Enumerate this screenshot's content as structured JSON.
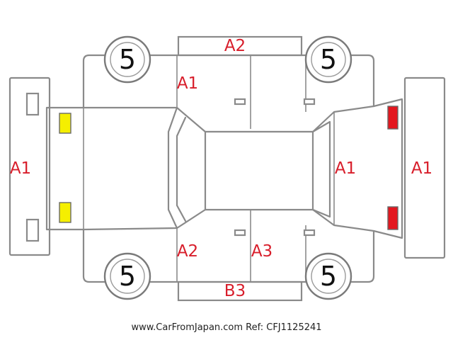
{
  "colors": {
    "damage_code": "#d81e2b",
    "tire_number": "#111111",
    "outline": "#8a8a8a",
    "headlamp": "#f5ef00",
    "taillamp": "#e3171f"
  },
  "tires": {
    "front_left": "5",
    "rear_left": "5",
    "front_right": "5",
    "rear_right": "5"
  },
  "codes": {
    "roof_top": "A2",
    "hood_top": "A1",
    "front_bumper": "A1",
    "rear_body": "A1",
    "rear_bumper": "A1",
    "front_door_bottom": "A2",
    "rear_door_bottom": "A3",
    "sill_bottom": "B3"
  },
  "watermark": "www.CarFromJapan.com Ref: CFJ1125241"
}
